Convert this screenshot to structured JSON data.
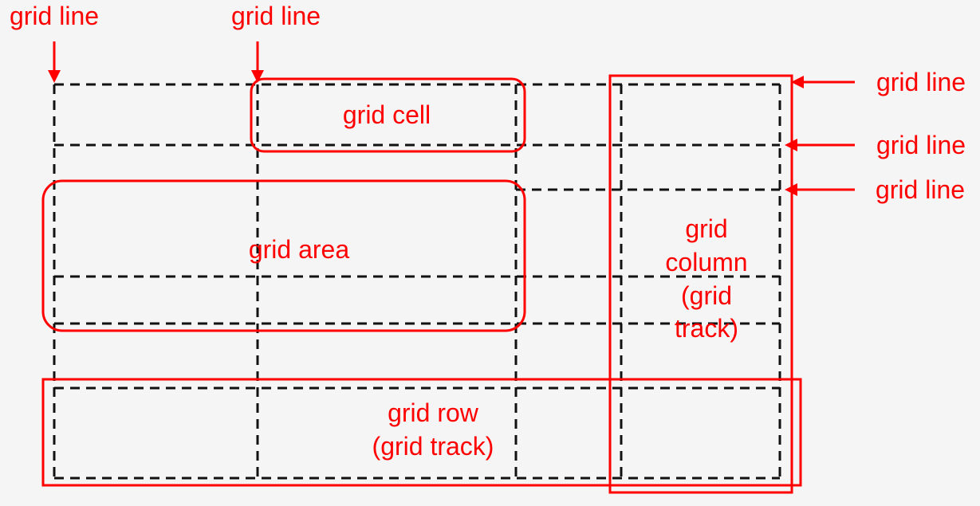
{
  "colors": {
    "background": "#f5f5f5",
    "grid_lines": "#111111",
    "annotation": "#ff0000"
  },
  "labels": {
    "grid_line_top_left": "grid line",
    "grid_line_top_mid": "grid line",
    "grid_line_right_1": "grid line",
    "grid_line_right_2": "grid line",
    "grid_line_right_3": "grid line",
    "grid_cell": "grid cell",
    "grid_area": "grid area",
    "grid_column": [
      "grid",
      "column",
      "(grid",
      "track)"
    ],
    "grid_row": [
      "grid row",
      "(grid track)"
    ]
  }
}
